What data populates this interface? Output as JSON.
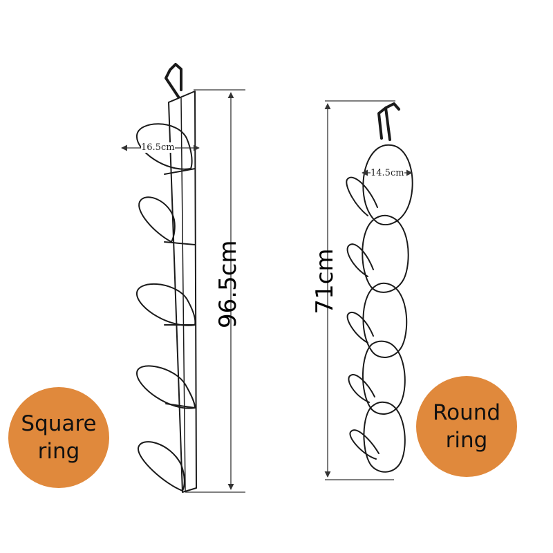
{
  "colors": {
    "badge_fill": "#e0893c",
    "wire": "#1a1a1a",
    "dimension_line": "#333333"
  },
  "square_rack": {
    "height_label": "96.5cm",
    "ring_width_label": "16.5cm",
    "badge_line1": "Square",
    "badge_line2": "ring"
  },
  "round_rack": {
    "height_label": "71cm",
    "ring_width_label": "14.5cm",
    "badge_line1": "Round",
    "badge_line2": "ring"
  }
}
